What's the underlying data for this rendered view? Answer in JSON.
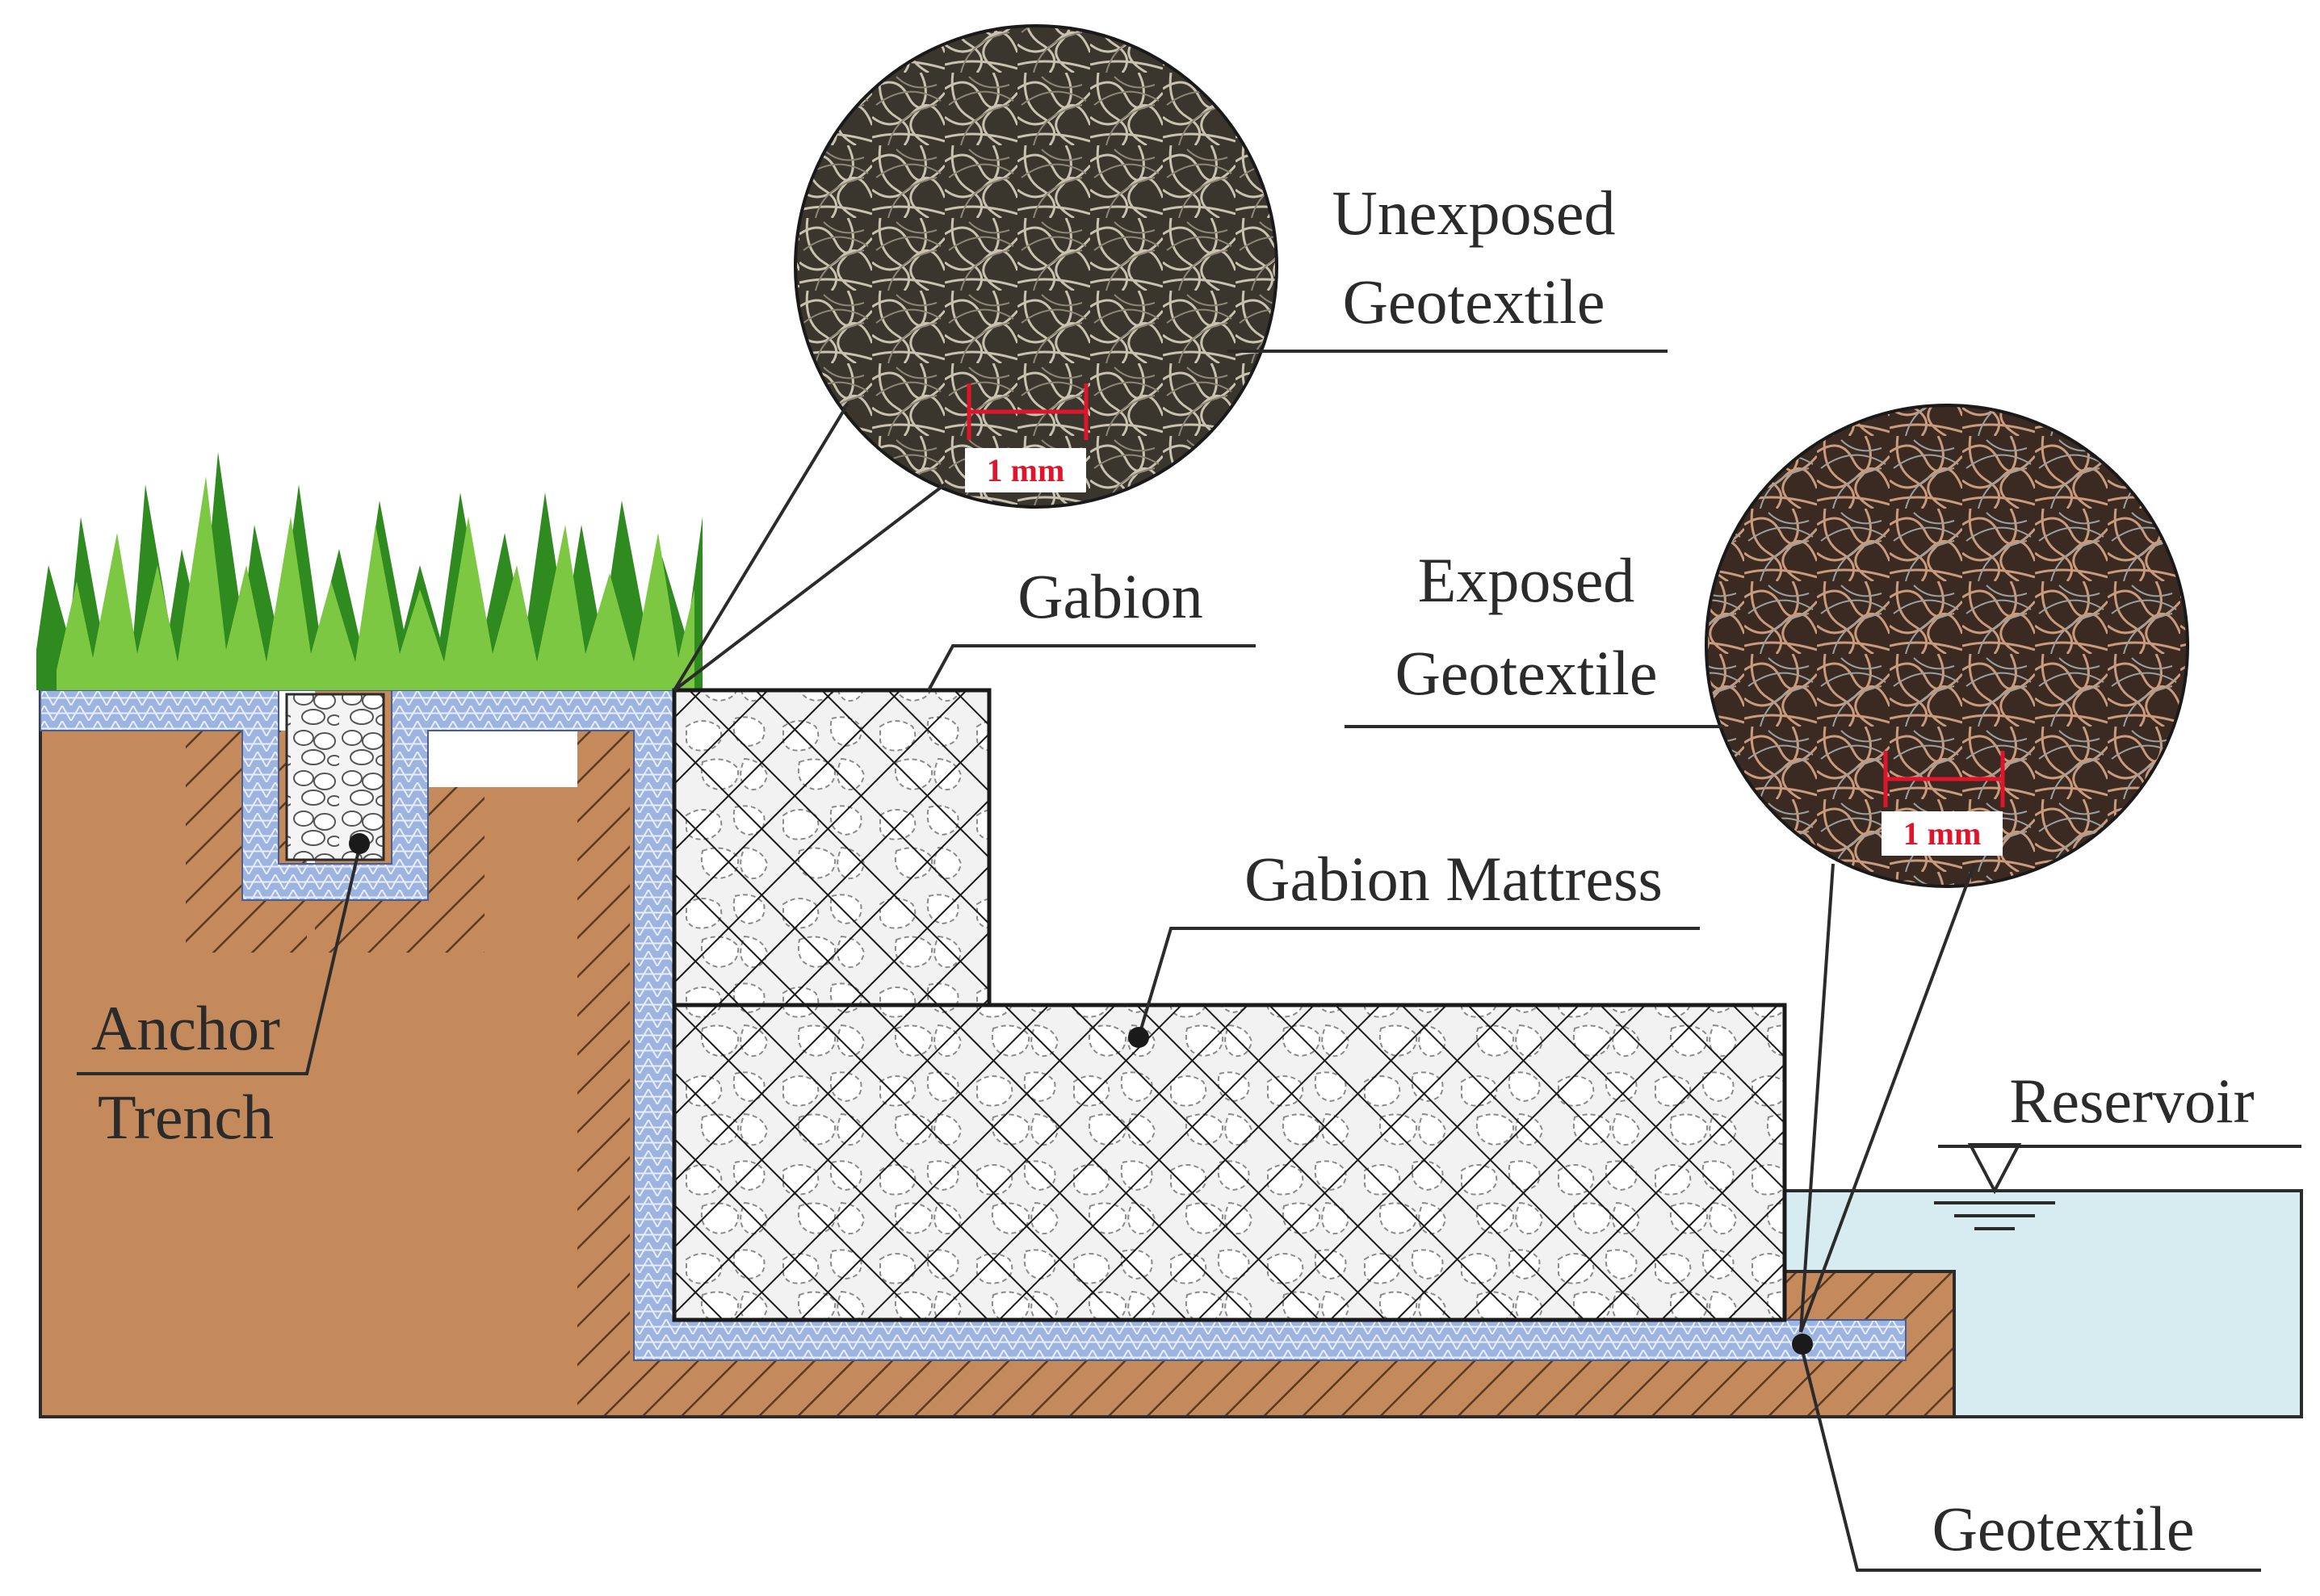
{
  "labels": {
    "unexposed": [
      "Unexposed",
      "Geotextile"
    ],
    "gabion": "Gabion",
    "exposed": [
      "Exposed",
      "Geotextile"
    ],
    "gabion_mattress": "Gabion Mattress",
    "anchor_trench": [
      "Anchor",
      "Trench"
    ],
    "reservoir": "Reservoir",
    "geotextile": "Geotextile"
  },
  "scale_bars": {
    "unexposed": "1 mm",
    "exposed": "1 mm"
  },
  "colors": {
    "soil": "#c48a5c",
    "soil_hatch": "#5a3a22",
    "geotextile": "#9db3e0",
    "geotextile_mesh": "#e6eefb",
    "grass_dark": "#2f8a1f",
    "grass_light": "#7cc843",
    "water": "#d7ecf0",
    "gabion_fill": "#f0f0f0",
    "mesh_line": "#1a1a1a",
    "scale_bar": "#e0142a",
    "micro_unexposed": "#6e6a5e",
    "micro_exposed": "#7a5a45"
  }
}
